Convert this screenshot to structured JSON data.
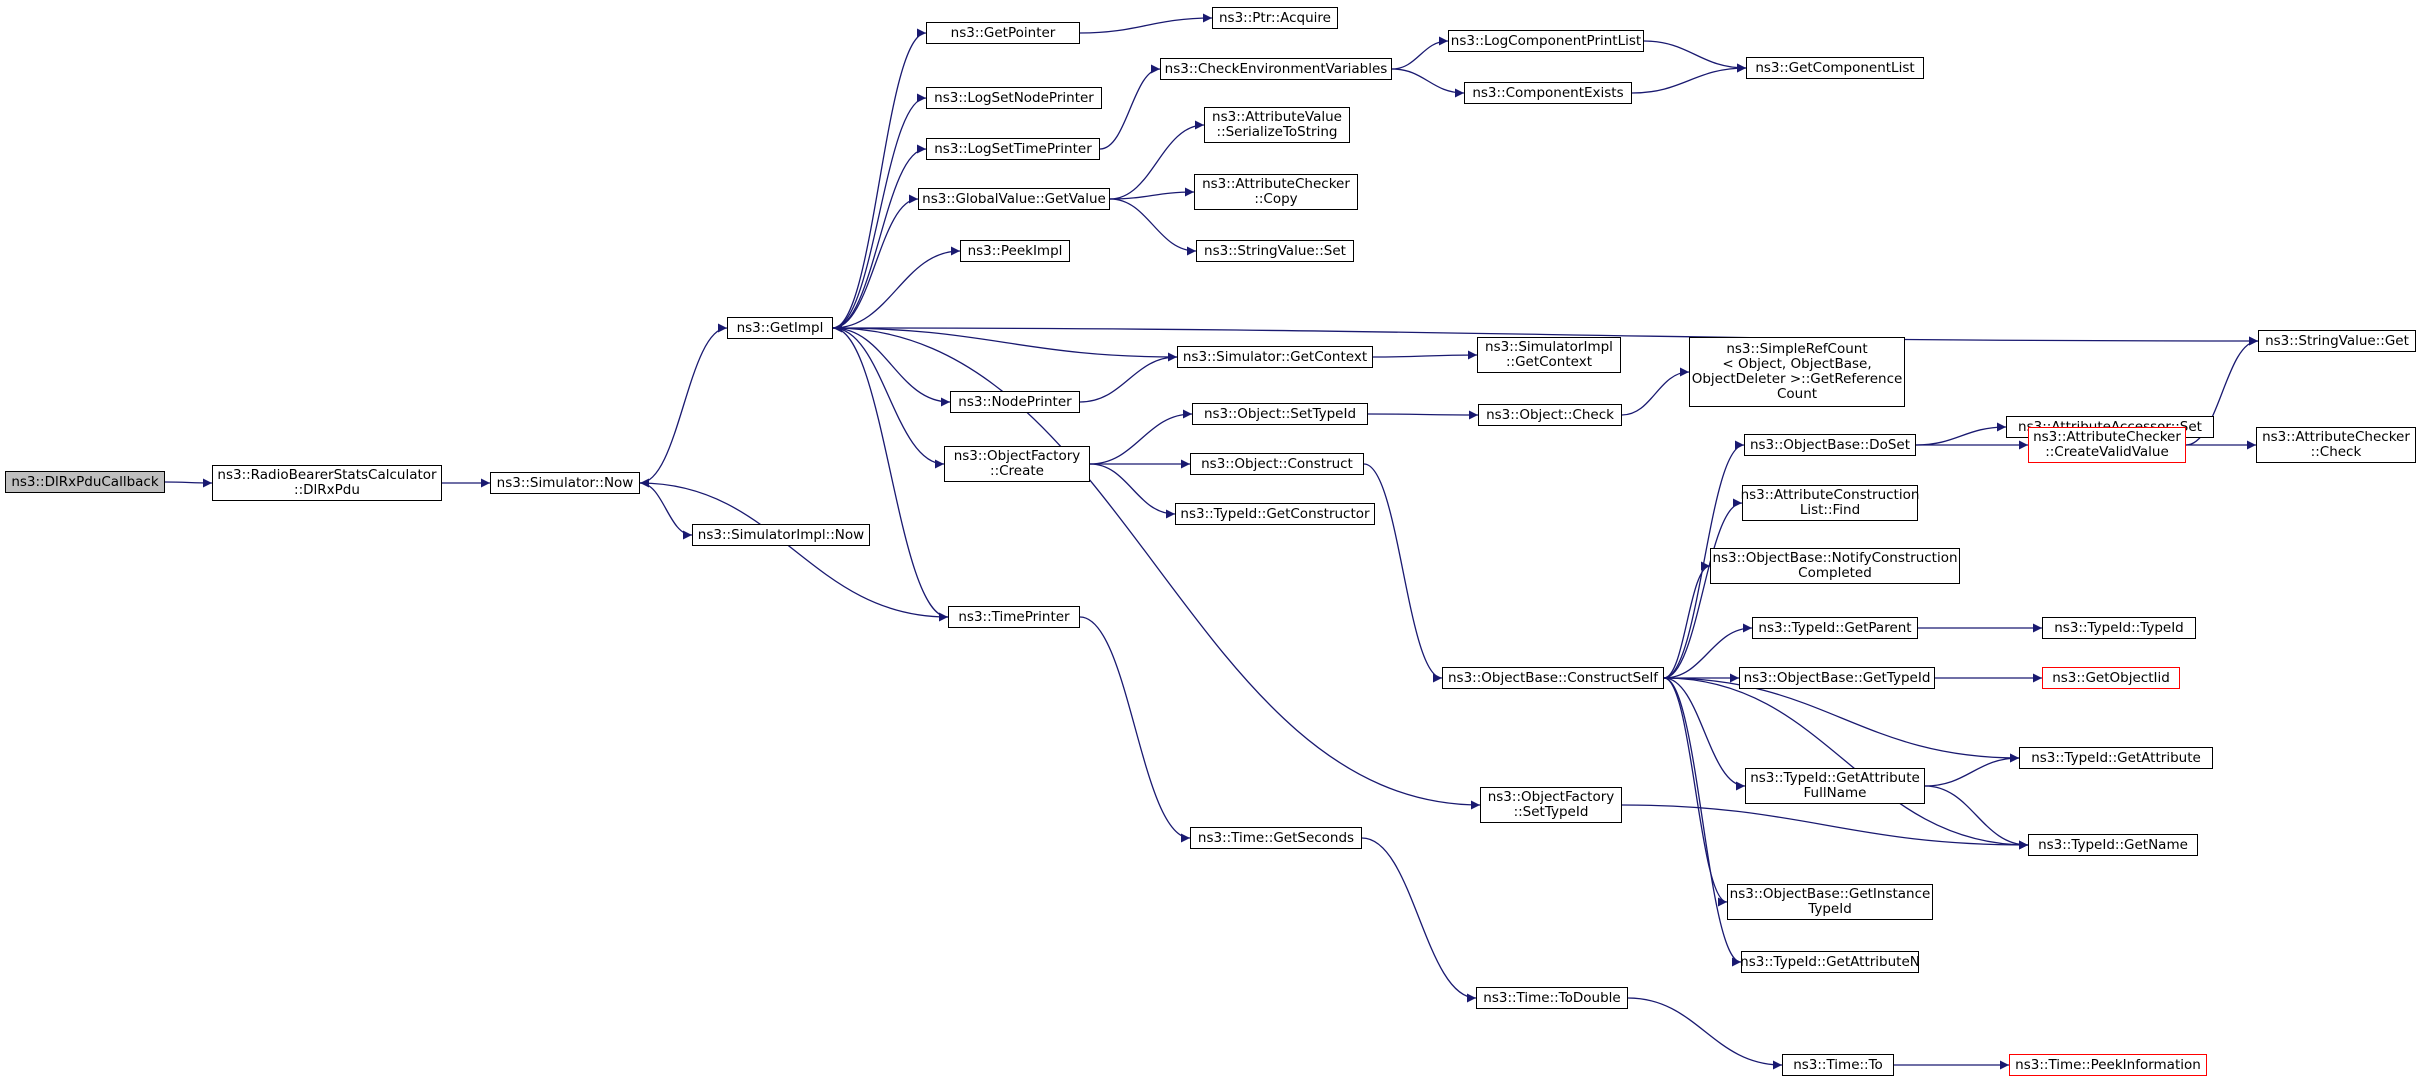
{
  "graph": {
    "edge_color": "#191970",
    "root_fill": "#bfbfbf",
    "truncated_border": "#ff0000",
    "nodes": [
      {
        "id": "root",
        "label": "ns3::DlRxPduCallback",
        "style": "root"
      },
      {
        "id": "rbsc",
        "label": "ns3::RadioBearerStatsCalculator\n::DlRxPdu"
      },
      {
        "id": "simnow",
        "label": "ns3::Simulator::Now"
      },
      {
        "id": "getimpl",
        "label": "ns3::GetImpl"
      },
      {
        "id": "simimplnow",
        "label": "ns3::SimulatorImpl::Now"
      },
      {
        "id": "getpointer",
        "label": "ns3::GetPointer"
      },
      {
        "id": "ptracquire",
        "label": "ns3::Ptr::Acquire"
      },
      {
        "id": "logsetnode",
        "label": "ns3::LogSetNodePrinter"
      },
      {
        "id": "logsettime",
        "label": "ns3::LogSetTimePrinter"
      },
      {
        "id": "checkenv",
        "label": "ns3::CheckEnvironmentVariables"
      },
      {
        "id": "logcompprint",
        "label": "ns3::LogComponentPrintList"
      },
      {
        "id": "compexists",
        "label": "ns3::ComponentExists"
      },
      {
        "id": "getcomplist",
        "label": "ns3::GetComponentList"
      },
      {
        "id": "globalget",
        "label": "ns3::GlobalValue::GetValue"
      },
      {
        "id": "attrvalser",
        "label": "ns3::AttributeValue\n::SerializeToString"
      },
      {
        "id": "attrcheckcopy",
        "label": "ns3::AttributeChecker\n::Copy"
      },
      {
        "id": "strvalset",
        "label": "ns3::StringValue::Set"
      },
      {
        "id": "peekimpl",
        "label": "ns3::PeekImpl"
      },
      {
        "id": "strvalget",
        "label": "ns3::StringValue::Get"
      },
      {
        "id": "simgetctx",
        "label": "ns3::Simulator::GetContext"
      },
      {
        "id": "simimplgetctx",
        "label": "ns3::SimulatorImpl\n::GetContext"
      },
      {
        "id": "nodeprinter",
        "label": "ns3::NodePrinter"
      },
      {
        "id": "objfactcreate",
        "label": "ns3::ObjectFactory\n::Create"
      },
      {
        "id": "objsettypeid",
        "label": "ns3::Object::SetTypeId"
      },
      {
        "id": "objcheck",
        "label": "ns3::Object::Check"
      },
      {
        "id": "simplerefcount",
        "label": "ns3::SimpleRefCount\n< Object, ObjectBase,\n ObjectDeleter >::GetReference\nCount"
      },
      {
        "id": "objconstruct",
        "label": "ns3::Object::Construct"
      },
      {
        "id": "typeidgetctor",
        "label": "ns3::TypeId::GetConstructor"
      },
      {
        "id": "timeprinter",
        "label": "ns3::TimePrinter"
      },
      {
        "id": "objbasedoset",
        "label": "ns3::ObjectBase::DoSet"
      },
      {
        "id": "attraccset",
        "label": "ns3::AttributeAccessor::Set"
      },
      {
        "id": "attrcheckcreate",
        "label": "ns3::AttributeChecker\n::CreateValidValue",
        "style": "trunc"
      },
      {
        "id": "attrcheckcheck",
        "label": "ns3::AttributeChecker\n::Check"
      },
      {
        "id": "attrconstrfind",
        "label": "ns3::AttributeConstruction\nList::Find"
      },
      {
        "id": "objbasenotify",
        "label": "ns3::ObjectBase::NotifyConstruction\nCompleted"
      },
      {
        "id": "typeidgetparent",
        "label": "ns3::TypeId::GetParent"
      },
      {
        "id": "typeidtypeid",
        "label": "ns3::TypeId::TypeId"
      },
      {
        "id": "objbaseconstructself",
        "label": "ns3::ObjectBase::ConstructSelf"
      },
      {
        "id": "objbasegettypeid",
        "label": "ns3::ObjectBase::GetTypeId"
      },
      {
        "id": "getobjectiid",
        "label": "ns3::GetObjectIid",
        "style": "trunc"
      },
      {
        "id": "typeidgetattribute",
        "label": "ns3::TypeId::GetAttribute"
      },
      {
        "id": "objfactsettypeid",
        "label": "ns3::ObjectFactory\n::SetTypeId"
      },
      {
        "id": "typeidgetattrfull",
        "label": "ns3::TypeId::GetAttribute\nFullName"
      },
      {
        "id": "typeidgetname",
        "label": "ns3::TypeId::GetName"
      },
      {
        "id": "timegetseconds",
        "label": "ns3::Time::GetSeconds"
      },
      {
        "id": "objbasegetinstance",
        "label": "ns3::ObjectBase::GetInstance\nTypeId"
      },
      {
        "id": "typeidgetattrn",
        "label": "ns3::TypeId::GetAttributeN"
      },
      {
        "id": "timetodouble",
        "label": "ns3::Time::ToDouble"
      },
      {
        "id": "timeto",
        "label": "ns3::Time::To"
      },
      {
        "id": "timepeekinfo",
        "label": "ns3::Time::PeekInformation",
        "style": "trunc"
      }
    ],
    "edges": [
      [
        "root",
        "rbsc"
      ],
      [
        "rbsc",
        "simnow"
      ],
      [
        "simnow",
        "getimpl"
      ],
      [
        "simnow",
        "simimplnow"
      ],
      [
        "getimpl",
        "getpointer"
      ],
      [
        "getimpl",
        "logsetnode"
      ],
      [
        "getimpl",
        "logsettime"
      ],
      [
        "getimpl",
        "globalget"
      ],
      [
        "getimpl",
        "peekimpl"
      ],
      [
        "getimpl",
        "strvalget"
      ],
      [
        "getimpl",
        "nodeprinter"
      ],
      [
        "getimpl",
        "objfactcreate"
      ],
      [
        "getimpl",
        "timeprinter"
      ],
      [
        "getimpl",
        "objfactsettypeid"
      ],
      [
        "getpointer",
        "ptracquire"
      ],
      [
        "logsettime",
        "checkenv"
      ],
      [
        "checkenv",
        "logcompprint"
      ],
      [
        "checkenv",
        "compexists"
      ],
      [
        "logcompprint",
        "getcomplist"
      ],
      [
        "compexists",
        "getcomplist"
      ],
      [
        "globalget",
        "attrvalser"
      ],
      [
        "globalget",
        "attrcheckcopy"
      ],
      [
        "globalget",
        "strvalset"
      ],
      [
        "simgetctx",
        "getimpl"
      ],
      [
        "simgetctx",
        "simimplgetctx"
      ],
      [
        "nodeprinter",
        "simgetctx"
      ],
      [
        "objfactcreate",
        "objsettypeid"
      ],
      [
        "objfactcreate",
        "objconstruct"
      ],
      [
        "objfactcreate",
        "typeidgetctor"
      ],
      [
        "objsettypeid",
        "objcheck"
      ],
      [
        "objcheck",
        "simplerefcount"
      ],
      [
        "objconstruct",
        "objbaseconstructself"
      ],
      [
        "timeprinter",
        "simnow"
      ],
      [
        "timeprinter",
        "timegetseconds"
      ],
      [
        "objbaseconstructself",
        "objbasedoset"
      ],
      [
        "objbaseconstructself",
        "attrconstrfind"
      ],
      [
        "objbaseconstructself",
        "objbasenotify"
      ],
      [
        "objbaseconstructself",
        "typeidgetparent"
      ],
      [
        "objbaseconstructself",
        "objbasegettypeid"
      ],
      [
        "objbaseconstructself",
        "typeidgetattribute"
      ],
      [
        "objbaseconstructself",
        "typeidgetattrfull"
      ],
      [
        "objbaseconstructself",
        "typeidgetname"
      ],
      [
        "objbaseconstructself",
        "objbasegetinstance"
      ],
      [
        "objbaseconstructself",
        "typeidgetattrn"
      ],
      [
        "objbasedoset",
        "attraccset"
      ],
      [
        "objbasedoset",
        "attrcheckcreate"
      ],
      [
        "attrcheckcreate",
        "strvalget"
      ],
      [
        "attrcheckcreate",
        "attrcheckcheck"
      ],
      [
        "typeidgetparent",
        "typeidtypeid"
      ],
      [
        "objbasegettypeid",
        "getobjectiid"
      ],
      [
        "typeidgetattrfull",
        "typeidgetattribute"
      ],
      [
        "typeidgetattrfull",
        "typeidgetname"
      ],
      [
        "objfactsettypeid",
        "typeidgetname"
      ],
      [
        "timegetseconds",
        "timetodouble"
      ],
      [
        "timetodouble",
        "timeto"
      ],
      [
        "timeto",
        "timepeekinfo"
      ]
    ]
  }
}
